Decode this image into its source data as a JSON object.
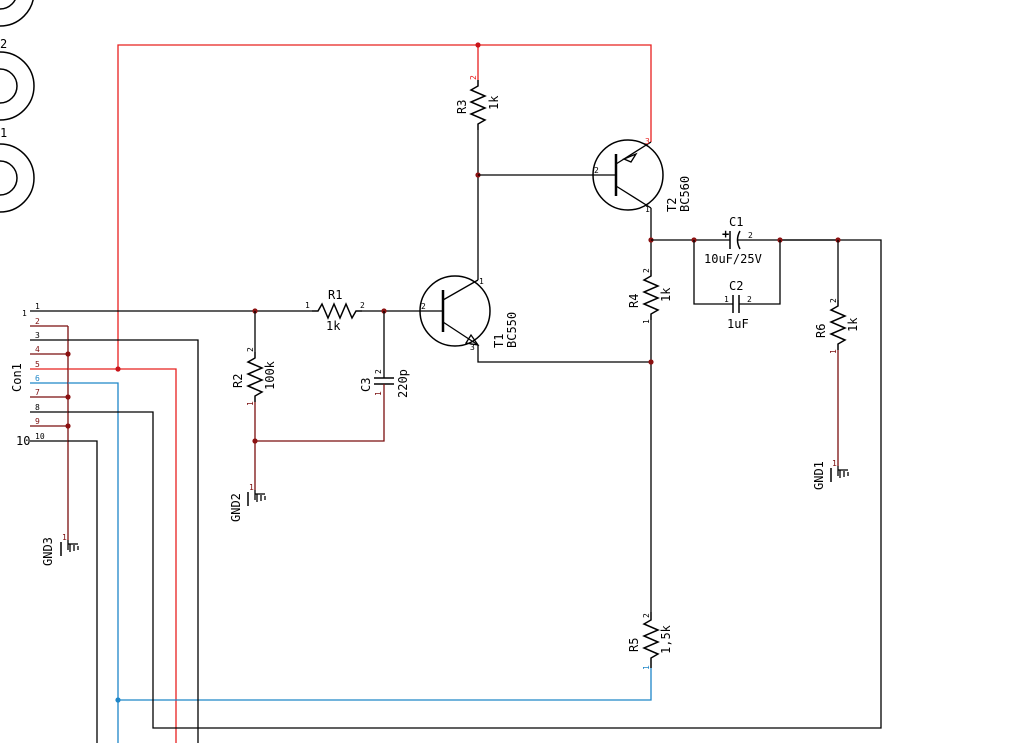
{
  "colors": {
    "wire": "#000000",
    "supply": "#e8201f",
    "ground": "#7b0f0f",
    "signal": "#1e86c8",
    "junction": "#8b1111"
  },
  "connector": {
    "name": "Con1",
    "pins": [
      "1",
      "2",
      "3",
      "4",
      "5",
      "6",
      "7",
      "8",
      "9",
      "10"
    ],
    "side_pin_1": "1",
    "side_pin_10": "10"
  },
  "jacks": {
    "labels": [
      "2",
      "1"
    ]
  },
  "components": {
    "R1": {
      "ref": "R1",
      "value": "1k",
      "pin1": "1",
      "pin2": "2"
    },
    "R2": {
      "ref": "R2",
      "value": "100k",
      "pin1": "1",
      "pin2": "2"
    },
    "R3": {
      "ref": "R3",
      "value": "1k",
      "pin2": "2"
    },
    "R4": {
      "ref": "R4",
      "value": "1k",
      "pin1": "1",
      "pin2": "2"
    },
    "R5": {
      "ref": "R5",
      "value": "1,5k",
      "pin1": "1",
      "pin2": "2"
    },
    "R6": {
      "ref": "R6",
      "value": "1k",
      "pin1": "1",
      "pin2": "2"
    },
    "C1": {
      "ref": "C1",
      "value": "10uF/25V",
      "plus": "+",
      "pin2": "2"
    },
    "C2": {
      "ref": "C2",
      "value": "1uF",
      "pin1": "1",
      "pin2": "2"
    },
    "C3": {
      "ref": "C3",
      "value": "220p",
      "pin1": "1",
      "pin2": "2"
    },
    "T1": {
      "ref": "T1",
      "value": "BC550",
      "pin1": "1",
      "pin2": "2",
      "pin3": "3"
    },
    "T2": {
      "ref": "T2",
      "value": "BC560",
      "pin1": "1",
      "pin2": "2",
      "pin3": "3"
    },
    "GND1": {
      "ref": "GND1",
      "pin": "1"
    },
    "GND2": {
      "ref": "GND2",
      "pin": "1"
    },
    "GND3": {
      "ref": "GND3",
      "pin": "1"
    }
  }
}
